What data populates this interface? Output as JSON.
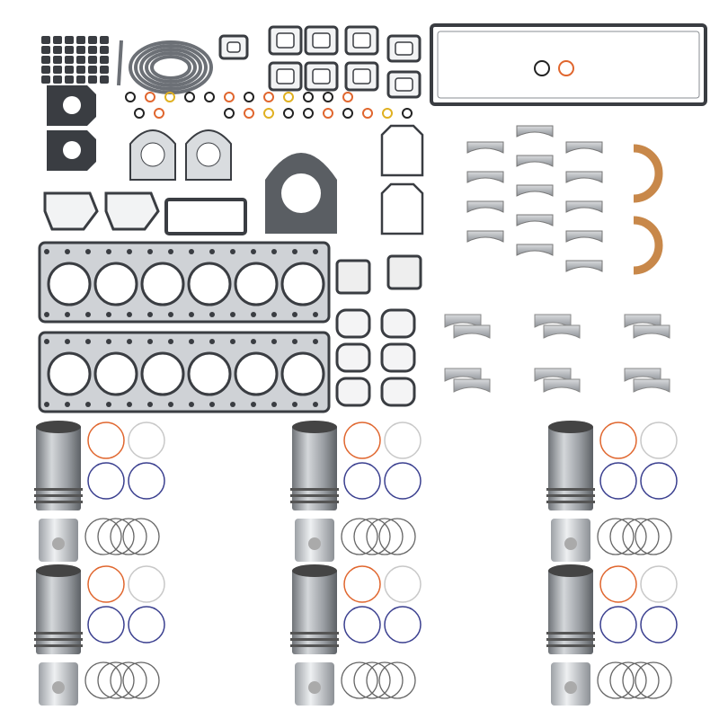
{
  "colors": {
    "background": "#ffffff",
    "gasket_dark": "#3a3d42",
    "gasket_fill": "#cfd2d6",
    "metal": "#b9bcc0",
    "metal_dark": "#7d8186",
    "seal_orange": "#e0662e",
    "seal_blue": "#3a3f8f",
    "thrust_washer": "#c8884a"
  },
  "kit": {
    "head_gaskets": 2,
    "cylinders_per_head_gasket": 6,
    "cylinder_kits": 6,
    "main_bearing_rows": 5,
    "rod_bearings": 6
  }
}
